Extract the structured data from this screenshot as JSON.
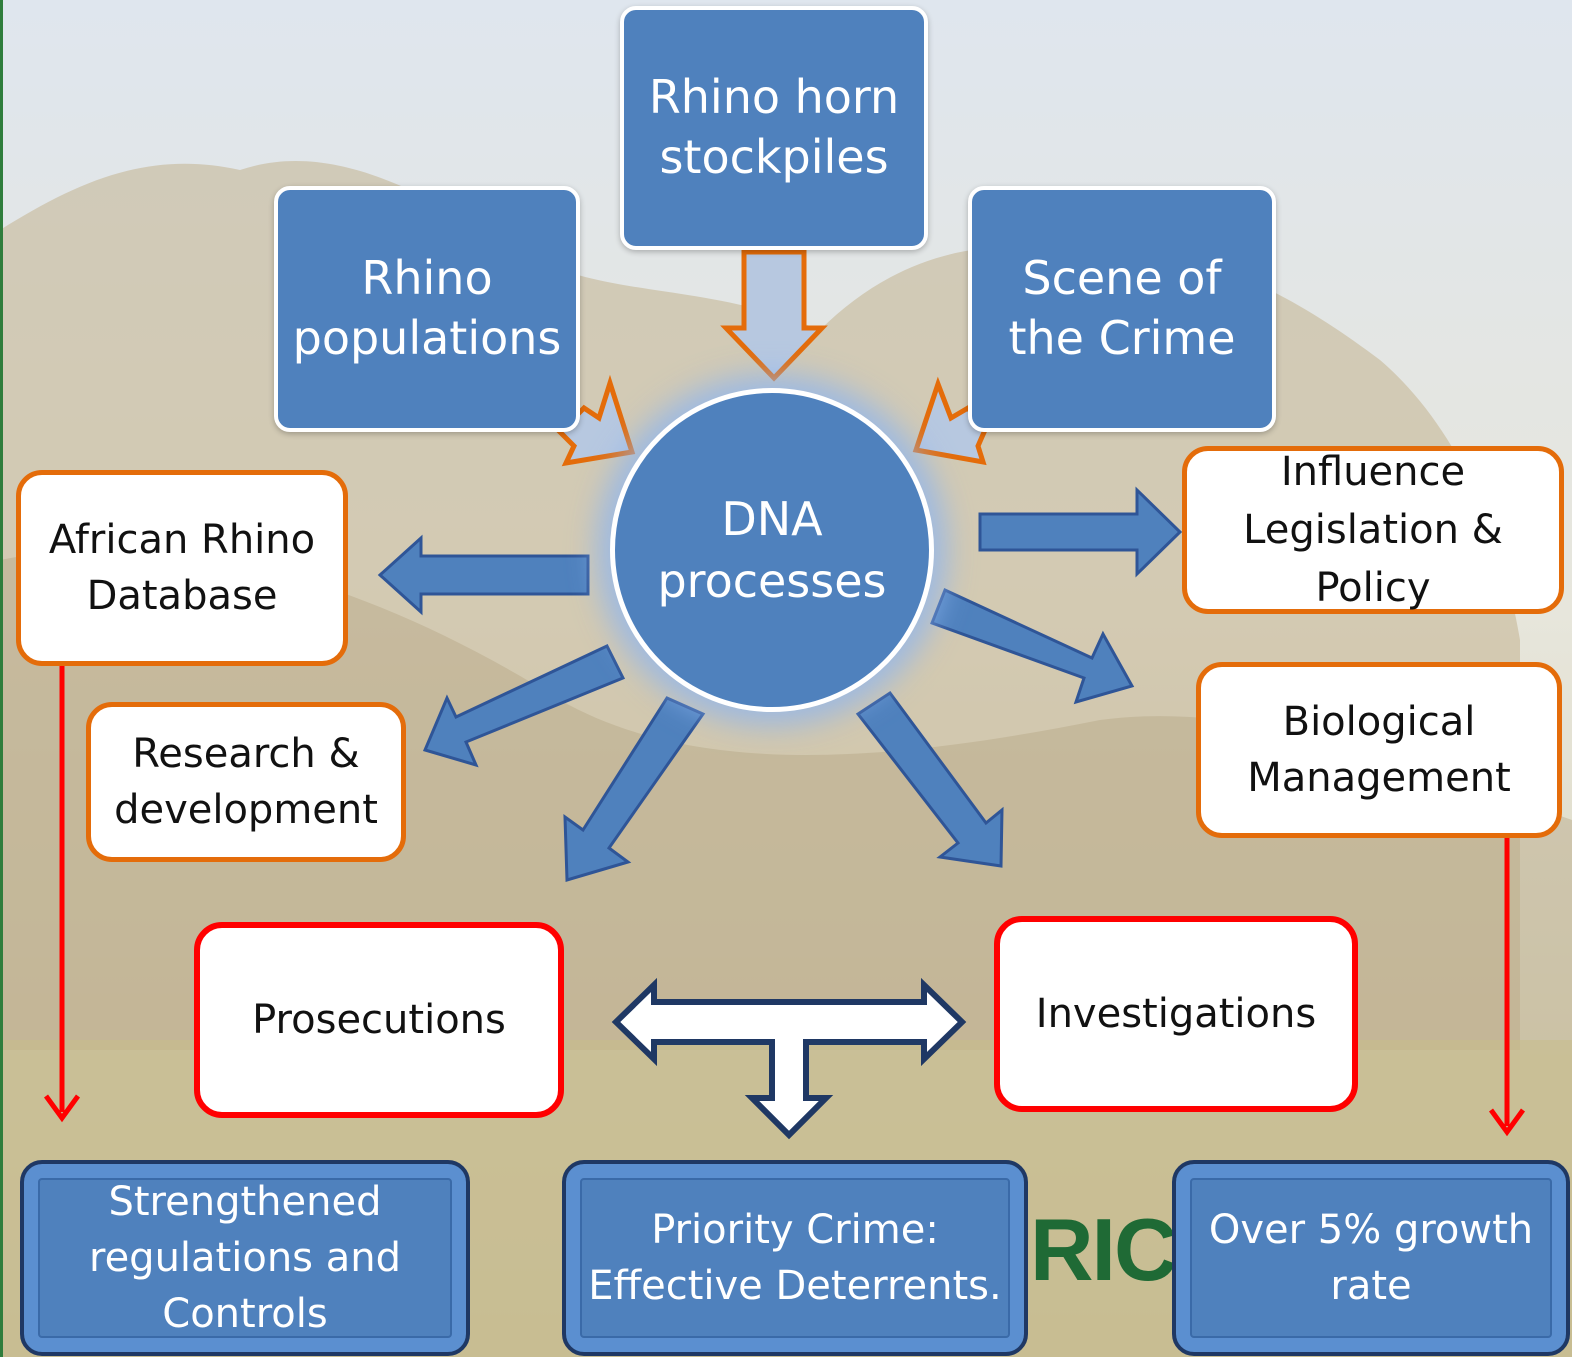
{
  "diagram": {
    "center": "DNA\nprocesses",
    "inputs": {
      "rhino_populations": "Rhino\npopulations",
      "stockpiles": "Rhino horn\nstockpiles",
      "crime_scene": "Scene of\nthe Crime"
    },
    "outputs": {
      "database": "African Rhino\nDatabase",
      "research": "Research &\ndevelopment",
      "legislation": "Influence\nLegislation &\nPolicy",
      "biological": "Biological\nManagement",
      "prosecutions": "Prosecutions",
      "investigations": "Investigations"
    },
    "results": {
      "regulations": "Strengthened\nregulations and\nControls",
      "deterrents": "Priority Crime:\nEffective Deterrents.",
      "growth": "Over 5% growth\nrate"
    },
    "background_fragment": "RICA"
  },
  "colors": {
    "box_blue": "#4f81bd",
    "arrow_blue": "#4f81bd",
    "orange": "#e46c0a",
    "red": "#ff0000",
    "navy": "#1f3864",
    "green_text": "#1f6a35"
  }
}
